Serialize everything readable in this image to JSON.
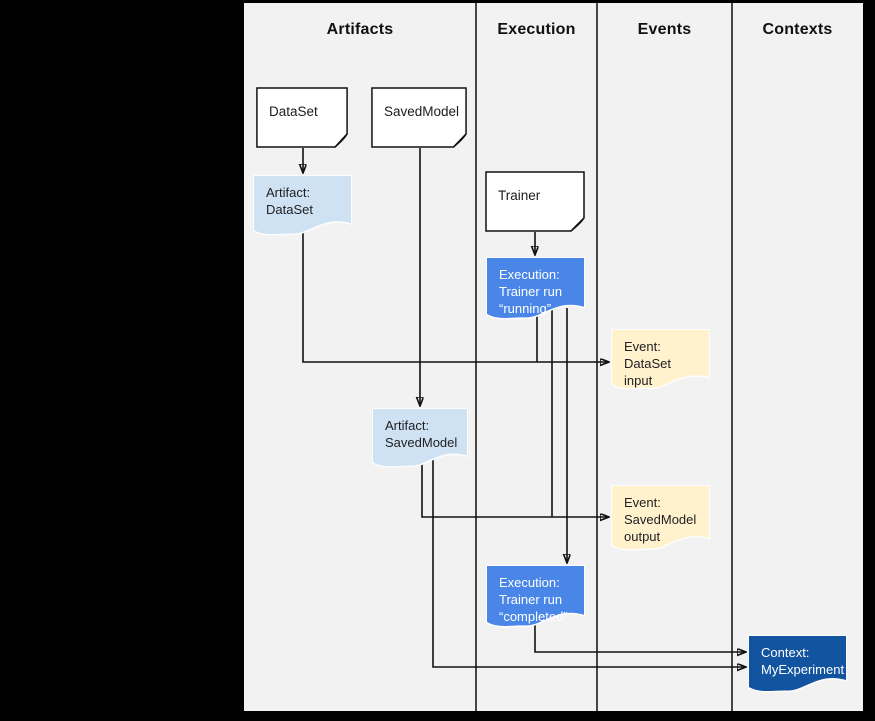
{
  "columns": {
    "artifacts": "Artifacts",
    "execution": "Execution",
    "events": "Events",
    "contexts": "Contexts"
  },
  "nodes": {
    "dataset": {
      "label": "DataSet"
    },
    "savedmodel": {
      "label": "SavedModel"
    },
    "trainer": {
      "label": "Trainer"
    },
    "artifact_dataset": {
      "lines": [
        "Artifact:",
        "DataSet"
      ]
    },
    "execution_running": {
      "lines": [
        "Execution:",
        "Trainer run",
        "“running”"
      ]
    },
    "event_dataset_input": {
      "lines": [
        "Event:",
        "DataSet input"
      ]
    },
    "artifact_savedmodel": {
      "lines": [
        "Artifact:",
        "SavedModel"
      ]
    },
    "event_savedmodel_output": {
      "lines": [
        "Event:",
        "SavedModel",
        "output"
      ]
    },
    "execution_completed": {
      "lines": [
        "Execution:",
        "Trainer run",
        "“completed”"
      ]
    },
    "context_myexperiment": {
      "lines": [
        "Context:",
        "MyExperiment"
      ]
    }
  },
  "colors": {
    "frame": "#000000",
    "canvas": "#f2f2f3",
    "artifact": "#cfe2f3",
    "execution": "#4a86e8",
    "event": "#fff2cc",
    "context": "#1254a0"
  }
}
